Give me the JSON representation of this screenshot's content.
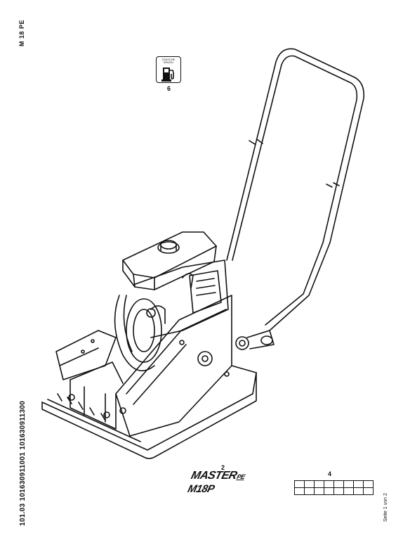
{
  "header": {
    "model_code": "M 18 PE"
  },
  "footer": {
    "part_numbers": "101.03 101630911001 101630911300",
    "page_label": "Seite 1 von 2"
  },
  "callouts": {
    "fuel_label": "6",
    "brand_logo": "2",
    "serial_grid": "4"
  },
  "fuel_label": {
    "text_line1": "GASOLINE",
    "text_line2": "BENZIN",
    "icon": "fuel-pump-icon"
  },
  "brand": {
    "name": "MASTER",
    "suffix": "PE",
    "model": "M18P"
  },
  "serial_grid": {
    "rows": 2,
    "columns": 8
  },
  "colors": {
    "ink": "#111111",
    "paper": "#ffffff"
  }
}
